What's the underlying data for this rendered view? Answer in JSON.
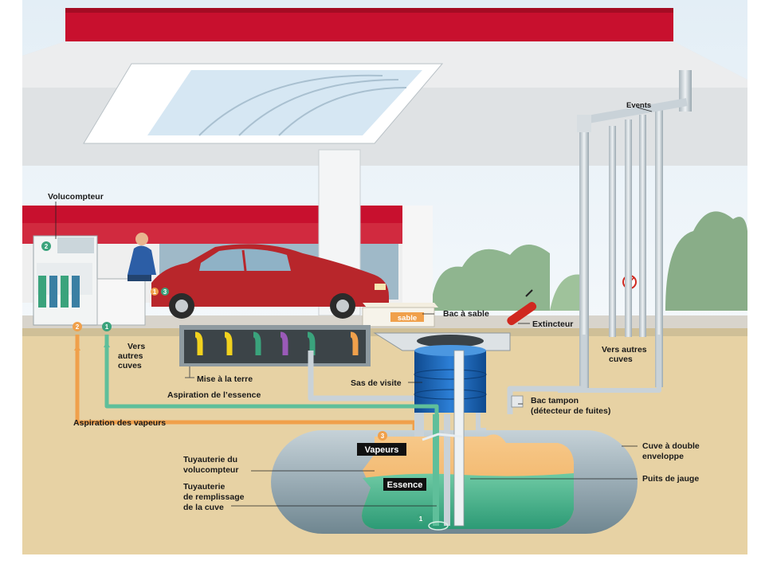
{
  "labels": {
    "volucompteur": "Volucompteur",
    "events": "Events",
    "bac_a_sable": "Bac à sable",
    "sable": "sable",
    "extincteur": "Extincteur",
    "vers_autres_cuves_left_1": "Vers",
    "vers_autres_cuves_left_2": "autres",
    "vers_autres_cuves_left_3": "cuves",
    "vers_autres_cuves_right_1": "Vers autres",
    "vers_autres_cuves_right_2": "cuves",
    "mise_a_la_terre": "Mise à la terre",
    "aspiration_essence": "Aspiration de l’essence",
    "sas_de_visite": "Sas de visite",
    "bac_tampon_1": "Bac tampon",
    "bac_tampon_2": "(détecteur de fuites)",
    "aspiration_vapeurs": "Aspiration des vapeurs",
    "cuve_double_1": "Cuve à double",
    "cuve_double_2": "enveloppe",
    "vapeurs": "Vapeurs",
    "essence": "Essence",
    "tuyauterie_volucompteur_1": "Tuyauterie du",
    "tuyauterie_volucompteur_2": "volucompteur",
    "puits_de_jauge": "Puits de jauge",
    "tuyauterie_remplissage_1": "Tuyauterie",
    "tuyauterie_remplissage_2": "de remplissage",
    "tuyauterie_remplissage_3": "de la cuve"
  },
  "markers": {
    "one": "1",
    "two": "2",
    "three": "3"
  },
  "colors": {
    "canopy_red": "#c8102e",
    "canopy_gray": "#d9dcde",
    "sky": "#e8f1f7",
    "ground": "#e7d2a4",
    "tank_gray": "#9fb0b8",
    "vapor_orange": "#f2b46a",
    "fuel_green": "#3fae8a",
    "pipe_gray": "#c9d2d8",
    "pipe_orange": "#f0a04b",
    "pipe_green": "#5fbf9a",
    "visit_blue": "#1c63b7",
    "car_red": "#b8262b"
  }
}
